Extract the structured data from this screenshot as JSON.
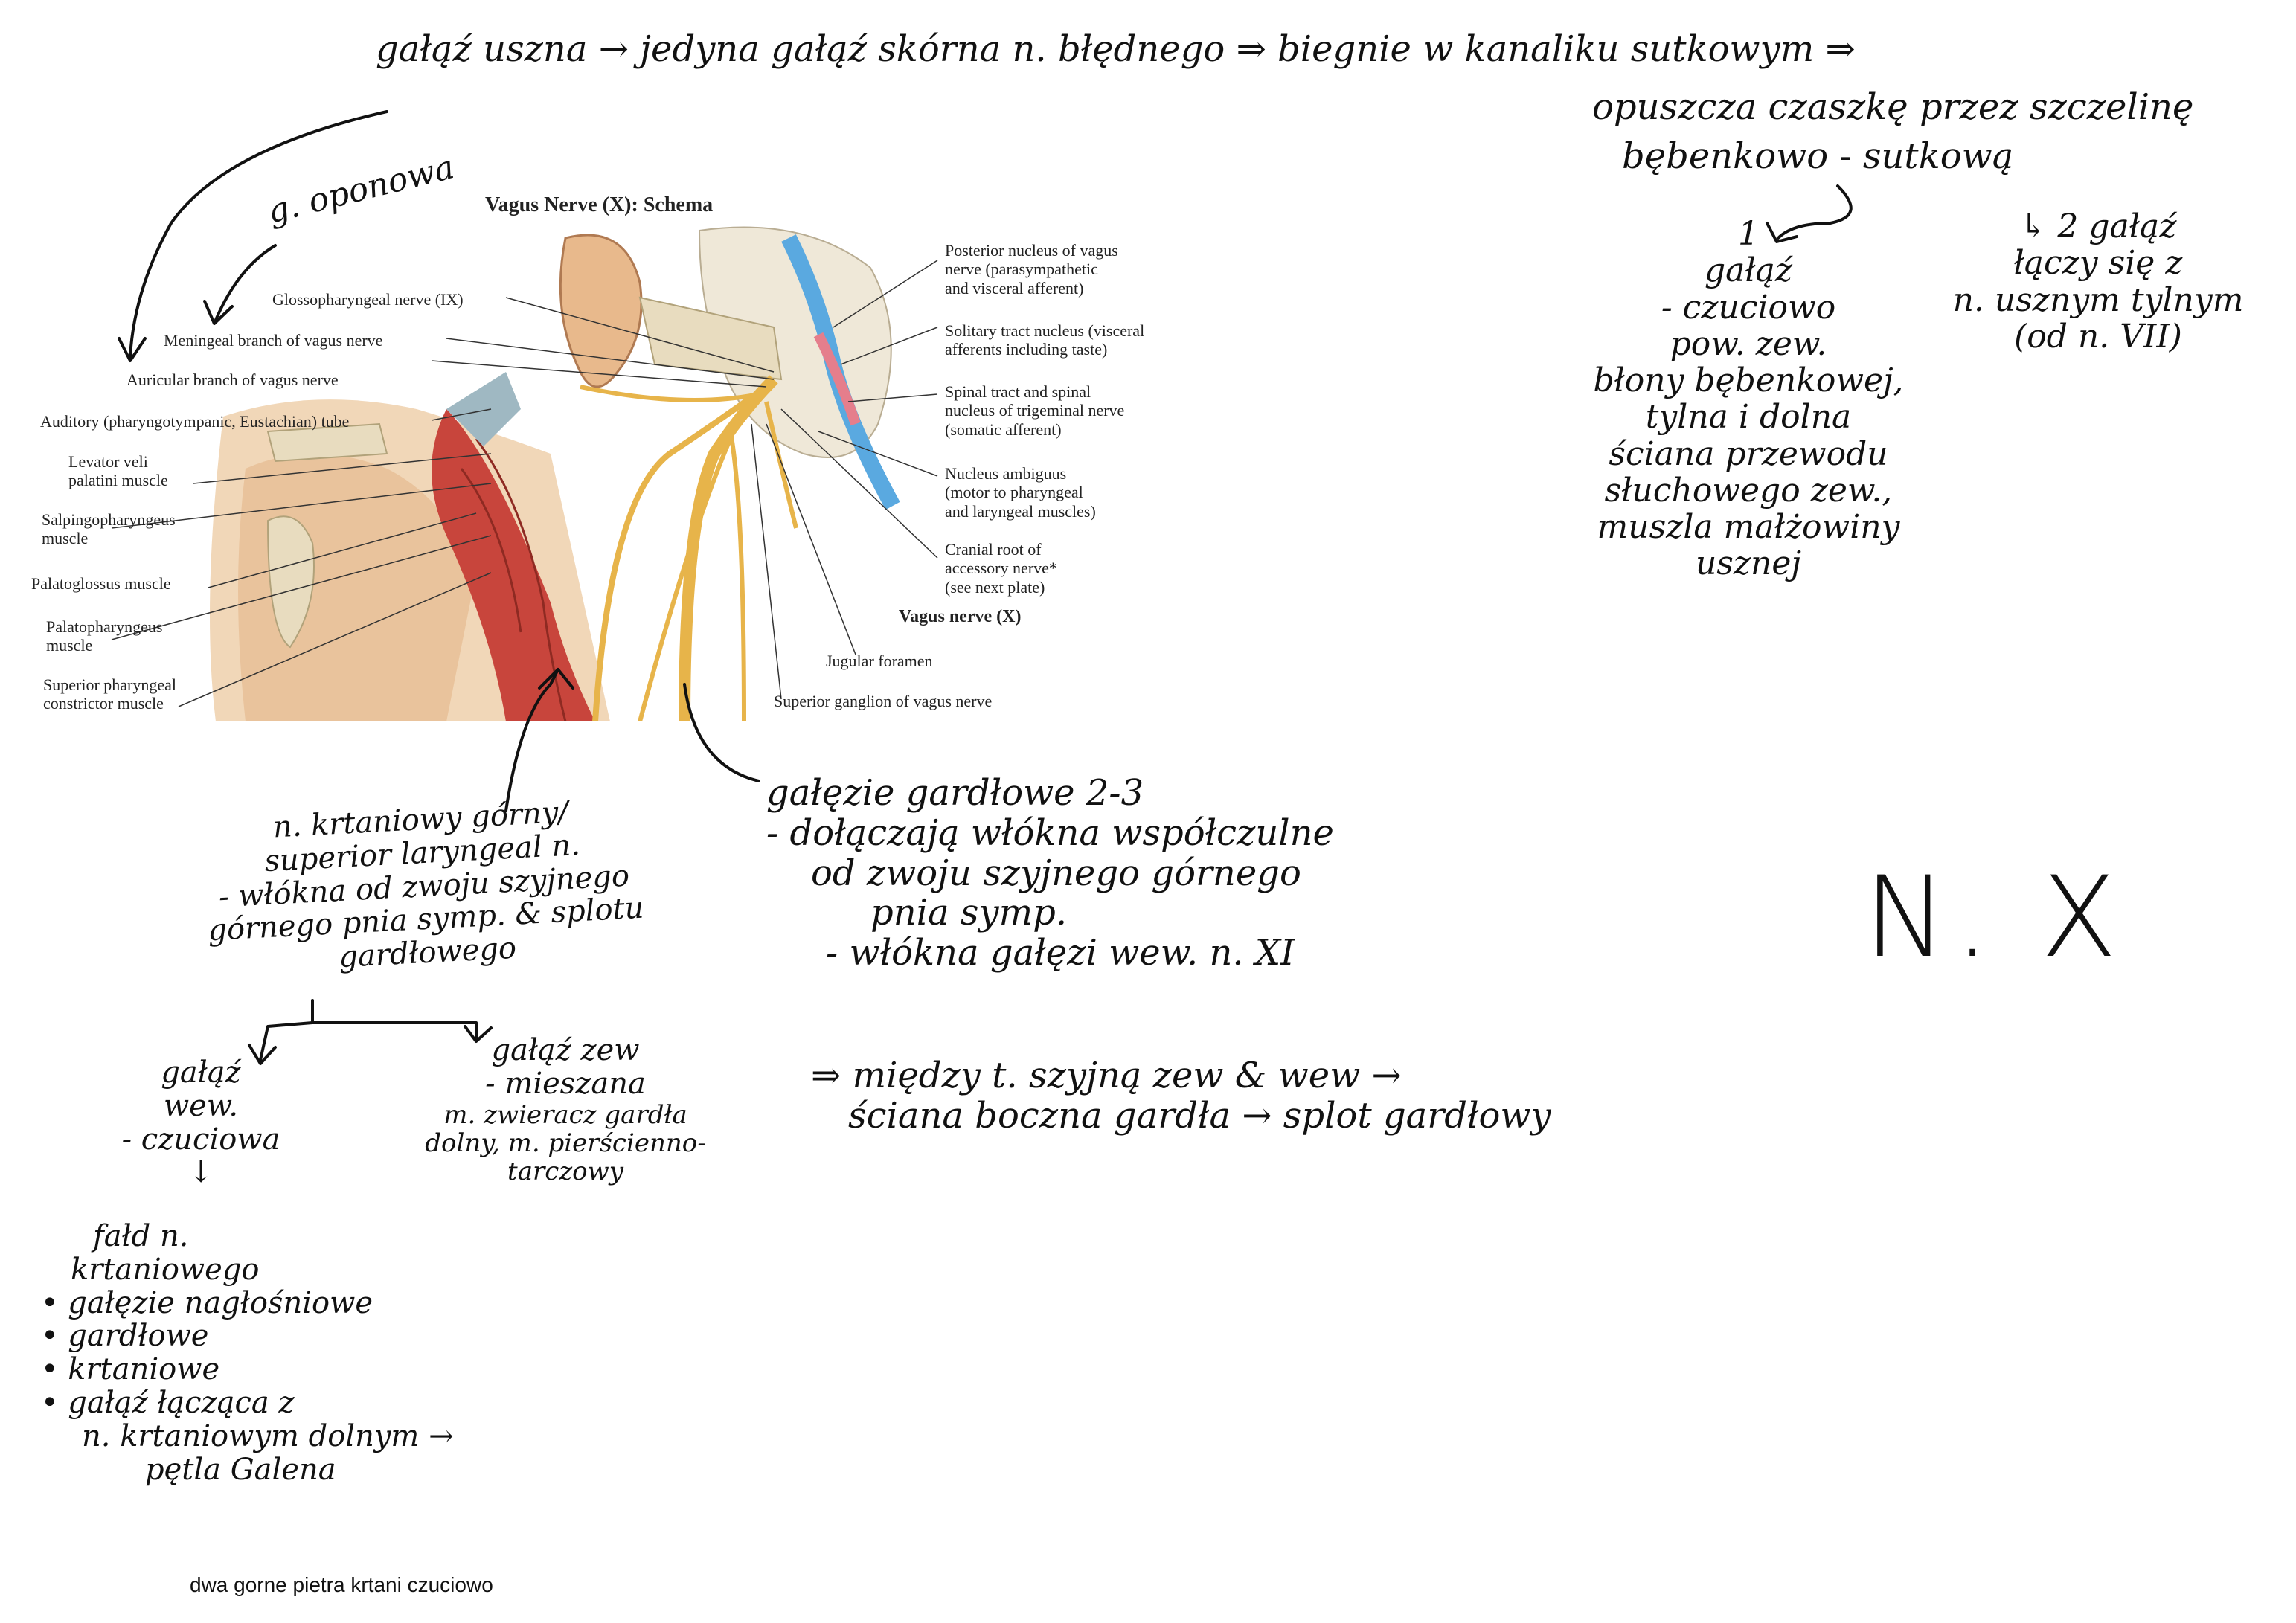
{
  "figure": {
    "title": "Vagus Nerve (X): Schema",
    "left_labels": [
      {
        "id": "glosso",
        "text": "Glossopharyngeal nerve (IX)"
      },
      {
        "id": "meningeal",
        "text": "Meningeal branch of vagus nerve"
      },
      {
        "id": "auricular",
        "text": "Auricular branch of vagus nerve"
      },
      {
        "id": "auditory",
        "text": "Auditory (pharyngotympanic, Eustachian) tube"
      },
      {
        "id": "levator",
        "lines": [
          "Levator veli",
          "palatini muscle"
        ]
      },
      {
        "id": "salpingo",
        "lines": [
          "Salpingopharyngeus",
          "muscle"
        ]
      },
      {
        "id": "palatoglossus",
        "text": "Palatoglossus muscle"
      },
      {
        "id": "palatopharyngeus",
        "lines": [
          "Palatopharyngeus",
          "muscle"
        ]
      },
      {
        "id": "superior_constrictor",
        "lines": [
          "Superior pharyngeal",
          "constrictor muscle"
        ]
      }
    ],
    "right_labels": [
      {
        "id": "posterior_nucleus",
        "lines": [
          "Posterior nucleus of vagus",
          "nerve (parasympathetic",
          "and visceral afferent)"
        ]
      },
      {
        "id": "solitary",
        "lines": [
          "Solitary tract nucleus (visceral",
          "afferents including taste)"
        ]
      },
      {
        "id": "spinal_tract",
        "lines": [
          "Spinal tract and spinal",
          "nucleus of trigeminal nerve",
          "(somatic afferent)"
        ]
      },
      {
        "id": "ambiguus",
        "lines": [
          "Nucleus ambiguus",
          "(motor to pharyngeal",
          "and laryngeal muscles)"
        ]
      },
      {
        "id": "cranial_root",
        "lines": [
          "Cranial root of",
          "accessory nerve*",
          "(see next plate)"
        ]
      },
      {
        "id": "vagus",
        "text": "Vagus nerve (X)"
      },
      {
        "id": "jugular",
        "text": "Jugular foramen"
      },
      {
        "id": "superior_ganglion",
        "text": "Superior ganglion of vagus nerve"
      }
    ]
  },
  "notes": {
    "auricular_heading": "gałąź uszna → jedyna gałąź skórna n. błędnego ⇒ biegnie w kanaliku sutkowym ⇒",
    "auricular_cont_1": "opuszcza czaszkę przez szczelinę",
    "auricular_cont_2": "bębenkowo - sutkową",
    "meningeal": "g. oponowa",
    "branch1": [
      "1",
      "gałąź",
      "- czuciowo",
      "pow. zew.",
      "błony bębenkowej,",
      "tylna i dolna",
      "ściana przewodu",
      "słuchowego zew.,",
      "muszla małżowiny",
      "usznej"
    ],
    "branch2": [
      "↳ 2 gałąź",
      "łączy się z",
      "n. usznym tylnym",
      "(od n. VII)"
    ],
    "laryngeal": [
      "n. krtaniowy górny/",
      "superior laryngeal n.",
      "- włókna od zwoju szyjnego",
      "górnego pnia symp. & splotu",
      "gardłowego"
    ],
    "pharyngeal": [
      "gałęzie gardłowe 2-3",
      "- dołączają włókna współczulne",
      "od zwoju szyjnego górnego",
      "pnia symp.",
      "- włókna gałęzi wew. n. XI"
    ],
    "pharyngeal_path": [
      "⇒ między t. szyjną zew & wew →",
      "ściana boczna gardła → splot gardłowy"
    ],
    "internal_branch": [
      "gałąź",
      "wew.",
      "- czuciowa",
      "↓"
    ],
    "external_branch": [
      "gałąź zew",
      "- mieszana",
      "m. zwieracz gardła",
      "dolny, m. pierścienno-",
      "tarczowy"
    ],
    "internal_detail": [
      "fałd n.",
      "krtaniowego",
      "• gałęzie nagłośniowe",
      "• gardłowe",
      "• krtaniowe",
      "• gałąź łącząca z",
      "n. krtaniowym dolnym →",
      "pętla Galena"
    ],
    "title": "N. X",
    "typed_note": "dwa gorne pietra krtani czuciowo"
  }
}
